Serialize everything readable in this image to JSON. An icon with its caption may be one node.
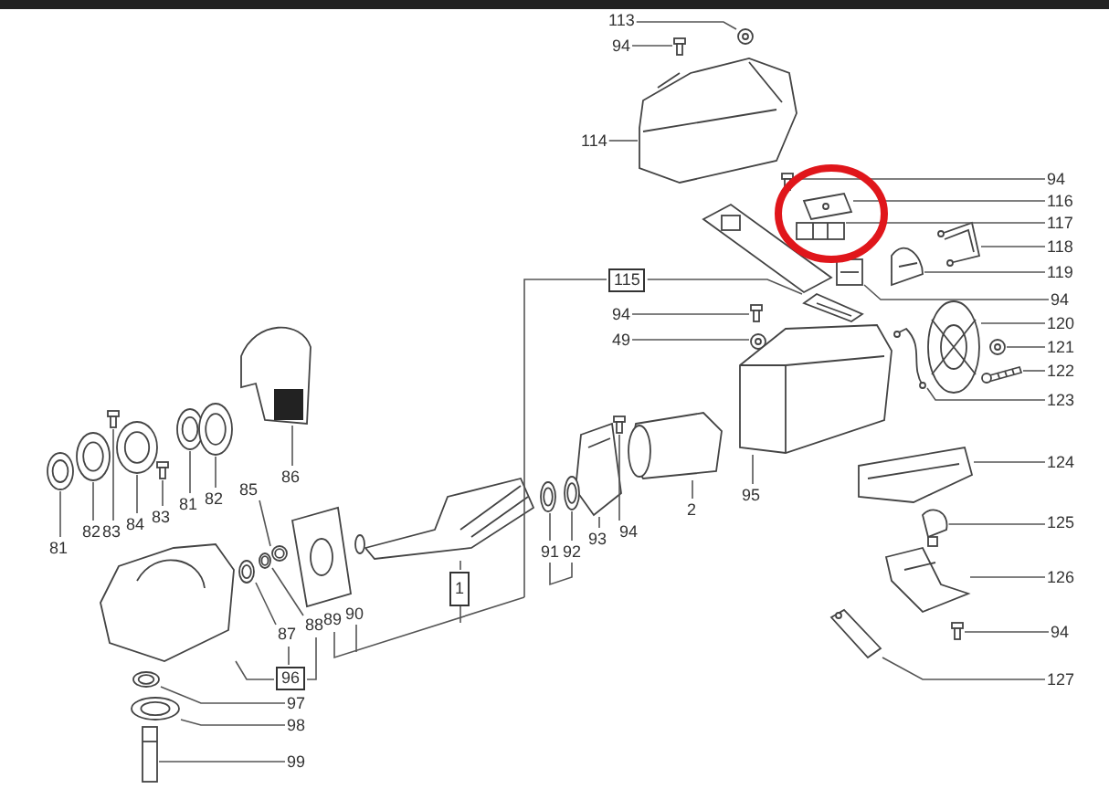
{
  "diagram": {
    "nodes": [
      {
        "text": [
          "113"
        ]
      },
      {
        "text": [
          "94"
        ]
      },
      {
        "text": [
          "114"
        ]
      },
      {
        "text": [
          "94"
        ]
      },
      {
        "text": [
          "116"
        ]
      },
      {
        "text": [
          "117"
        ]
      },
      {
        "text": [
          "118"
        ]
      },
      {
        "text": [
          "119"
        ]
      },
      {
        "text": [
          "94"
        ]
      },
      {
        "text": [
          "120"
        ]
      },
      {
        "text": [
          "121"
        ]
      },
      {
        "text": [
          "122"
        ]
      },
      {
        "text": [
          "123"
        ]
      },
      {
        "text": [
          "124"
        ]
      },
      {
        "text": [
          "125"
        ]
      },
      {
        "text": [
          "126"
        ]
      },
      {
        "text": [
          "94"
        ]
      },
      {
        "text": [
          "127"
        ]
      },
      {
        "text": [
          "115"
        ]
      },
      {
        "text": [
          "94"
        ]
      },
      {
        "text": [
          "49"
        ]
      },
      {
        "text": [
          "95"
        ]
      },
      {
        "text": [
          "2"
        ]
      },
      {
        "text": [
          "94"
        ]
      },
      {
        "text": [
          "93"
        ]
      },
      {
        "text": [
          "92"
        ]
      },
      {
        "text": [
          "91"
        ]
      },
      {
        "text": [
          "86"
        ]
      },
      {
        "text": [
          "85"
        ]
      },
      {
        "text": [
          "81"
        ]
      },
      {
        "text": [
          "82"
        ]
      },
      {
        "text": [
          "83"
        ]
      },
      {
        "text": [
          "84"
        ]
      },
      {
        "text": [
          "83"
        ]
      },
      {
        "text": [
          "81"
        ]
      },
      {
        "text": [
          "82"
        ]
      },
      {
        "text": [
          "89"
        ]
      },
      {
        "text": [
          "90"
        ]
      },
      {
        "text": [
          "1"
        ]
      },
      {
        "text": [
          "87"
        ]
      },
      {
        "text": [
          "88"
        ]
      },
      {
        "text": [
          "96"
        ]
      },
      {
        "text": [
          "97"
        ]
      },
      {
        "text": [
          "98"
        ]
      },
      {
        "text": [
          "99"
        ]
      },
      {
        "text": [],
        "shape": "picture"
      },
      {
        "text": [],
        "shape": "picture"
      },
      {
        "text": [],
        "shape": "picture"
      },
      {
        "text": [],
        "shape": "picture"
      },
      {
        "text": [],
        "shape": "picture"
      },
      {
        "text": [],
        "shape": "picture"
      },
      {
        "text": [],
        "shape": "picture"
      },
      {
        "text": [],
        "shape": "picture"
      },
      {
        "text": [],
        "shape": "picture"
      },
      {
        "text": [],
        "shape": "picture"
      },
      {
        "text": [],
        "shape": "picture"
      },
      {
        "text": [],
        "shape": "picture"
      },
      {
        "text": [],
        "shape": "picture"
      },
      {
        "text": [],
        "shape": "picture"
      },
      {
        "text": [],
        "shape": "picture"
      },
      {
        "text": [],
        "shape": "picture"
      },
      {
        "text": [],
        "shape": "picture"
      },
      {
        "text": [],
        "shape": "picture"
      },
      {
        "text": [],
        "shape": "picture"
      },
      {
        "text": [],
        "shape": "picture"
      },
      {
        "text": [],
        "shape": "picture"
      },
      {
        "text": [],
        "shape": "picture"
      },
      {
        "text": [],
        "shape": "picture"
      },
      {
        "text": [],
        "shape": "picture"
      },
      {
        "text": [],
        "shape": "picture"
      },
      {
        "text": [],
        "shape": "picture"
      },
      {
        "text": [],
        "shape": "picture"
      },
      {
        "text": [],
        "shape": "picture"
      },
      {
        "text": [],
        "shape": "picture"
      },
      {
        "text": [],
        "shape": "picture"
      },
      {
        "text": [],
        "shape": "picture"
      },
      {
        "text": [],
        "shape": "picture"
      },
      {
        "text": [],
        "shape": "picture"
      },
      {
        "text": [],
        "shape": "picture"
      },
      {
        "text": [],
        "shape": "picture"
      },
      {
        "text": [],
        "shape": "picture"
      },
      {
        "text": [],
        "shape": "picture"
      },
      {
        "text": [],
        "shape": "picture"
      },
      {
        "text": [],
        "shape": "picture"
      },
      {
        "text": [],
        "shape": "picture"
      },
      {
        "text": [],
        "shape": "picture"
      },
      {
        "text": [],
        "shape": "picture"
      },
      {
        "text": [],
        "shape": "picture"
      }
    ],
    "edges": [
      {
        "from": 0,
        "to": 45,
        "arrow": "none"
      },
      {
        "from": 1,
        "to": 46,
        "arrow": "none"
      },
      {
        "from": 2,
        "to": 47,
        "arrow": "none"
      },
      {
        "from": 3,
        "to": 48,
        "arrow": "none"
      },
      {
        "from": 4,
        "to": 49,
        "arrow": "none"
      },
      {
        "from": 5,
        "to": 50,
        "arrow": "none"
      },
      {
        "from": 6,
        "to": 51,
        "arrow": "none"
      },
      {
        "from": 7,
        "to": 52,
        "arrow": "none"
      },
      {
        "from": 8,
        "to": 53,
        "arrow": "none"
      },
      {
        "from": 9,
        "to": 54,
        "arrow": "none"
      },
      {
        "from": 10,
        "to": 55,
        "arrow": "none"
      },
      {
        "from": 11,
        "to": 56,
        "arrow": "none"
      },
      {
        "from": 12,
        "to": 57,
        "arrow": "none"
      },
      {
        "from": 13,
        "to": 58,
        "arrow": "none"
      },
      {
        "from": 14,
        "to": 59,
        "arrow": "none"
      },
      {
        "from": 15,
        "to": 60,
        "arrow": "none"
      },
      {
        "from": 16,
        "to": 61,
        "arrow": "none"
      },
      {
        "from": 17,
        "to": 62,
        "arrow": "none"
      },
      {
        "from": 18,
        "to": null,
        "arrow": "none"
      },
      {
        "from": 18,
        "to": 63,
        "arrow": "none"
      },
      {
        "from": 19,
        "to": 64,
        "arrow": "none"
      },
      {
        "from": 20,
        "to": 65,
        "arrow": "none"
      },
      {
        "from": 21,
        "to": 66,
        "arrow": "none"
      },
      {
        "from": 22,
        "to": 67,
        "arrow": "none"
      },
      {
        "from": 23,
        "to": 68,
        "arrow": "none"
      },
      {
        "from": 24,
        "to": 69,
        "arrow": "none"
      },
      {
        "from": 25,
        "to": 70,
        "arrow": "none"
      },
      {
        "from": 26,
        "to": 71,
        "arrow": "none"
      },
      {
        "from": 27,
        "to": 72,
        "arrow": "none"
      },
      {
        "from": 28,
        "to": 73,
        "arrow": "none"
      },
      {
        "from": 29,
        "to": 74,
        "arrow": "none"
      },
      {
        "from": 30,
        "to": 75,
        "arrow": "none"
      },
      {
        "from": 31,
        "to": 76,
        "arrow": "none"
      },
      {
        "from": 32,
        "to": 77,
        "arrow": "none"
      },
      {
        "from": 33,
        "to": 78,
        "arrow": "none"
      },
      {
        "from": 34,
        "to": 79,
        "arrow": "none"
      },
      {
        "from": 35,
        "to": 80,
        "arrow": "none"
      },
      {
        "from": 38,
        "to": 81,
        "arrow": "none"
      },
      {
        "from": 39,
        "to": 82,
        "arrow": "none"
      },
      {
        "from": 40,
        "to": 83,
        "arrow": "none"
      },
      {
        "from": 41,
        "to": 84,
        "arrow": "none"
      },
      {
        "from": 42,
        "to": 85,
        "arrow": "none"
      },
      {
        "from": 43,
        "to": 86,
        "arrow": "none"
      },
      {
        "from": 44,
        "to": 87,
        "arrow": "none"
      },
      {
        "from": 39,
        "to": 41,
        "arrow": "none"
      },
      {
        "from": 40,
        "to": 41,
        "arrow": "none"
      }
    ]
  }
}
